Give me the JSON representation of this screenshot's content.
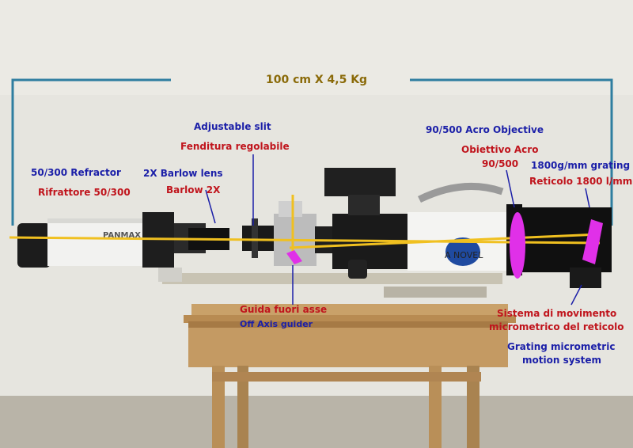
{
  "dimension_label": "100 cm X 4,5 Kg",
  "labels": {
    "slit_en": "Adjustable slit",
    "slit_it": "Fenditura regolabile",
    "refractor_en": "50/300 Refractor",
    "refractor_it": "Rifrattore 50/300",
    "barlow_en": "2X Barlow lens",
    "barlow_it": "Barlow 2X",
    "objective_en": "90/500 Acro Objective",
    "objective_it_1": "Obiettivo Acro",
    "objective_it_2": "90/500",
    "grating_en": "1800g/mm grating",
    "grating_it": "Reticolo 1800 l/mm",
    "guider_it": "Guida fuori asse",
    "guider_en": "Off Axis guider",
    "motion_it_1": "Sistema di movimento",
    "motion_it_2": "micrometrico del reticolo",
    "motion_en_1": "Grating micrometric",
    "motion_en_2": "motion system"
  },
  "colors": {
    "wall": "#e4e3dd",
    "english_label": "#1b1fa8",
    "italian_label": "#c0141c",
    "dimension_label": "#8a6a08",
    "bracket": "#2f7ea0",
    "optical_axis": "#f0c020",
    "highlight": "#e030e8",
    "table_wood": "#c9a169"
  }
}
